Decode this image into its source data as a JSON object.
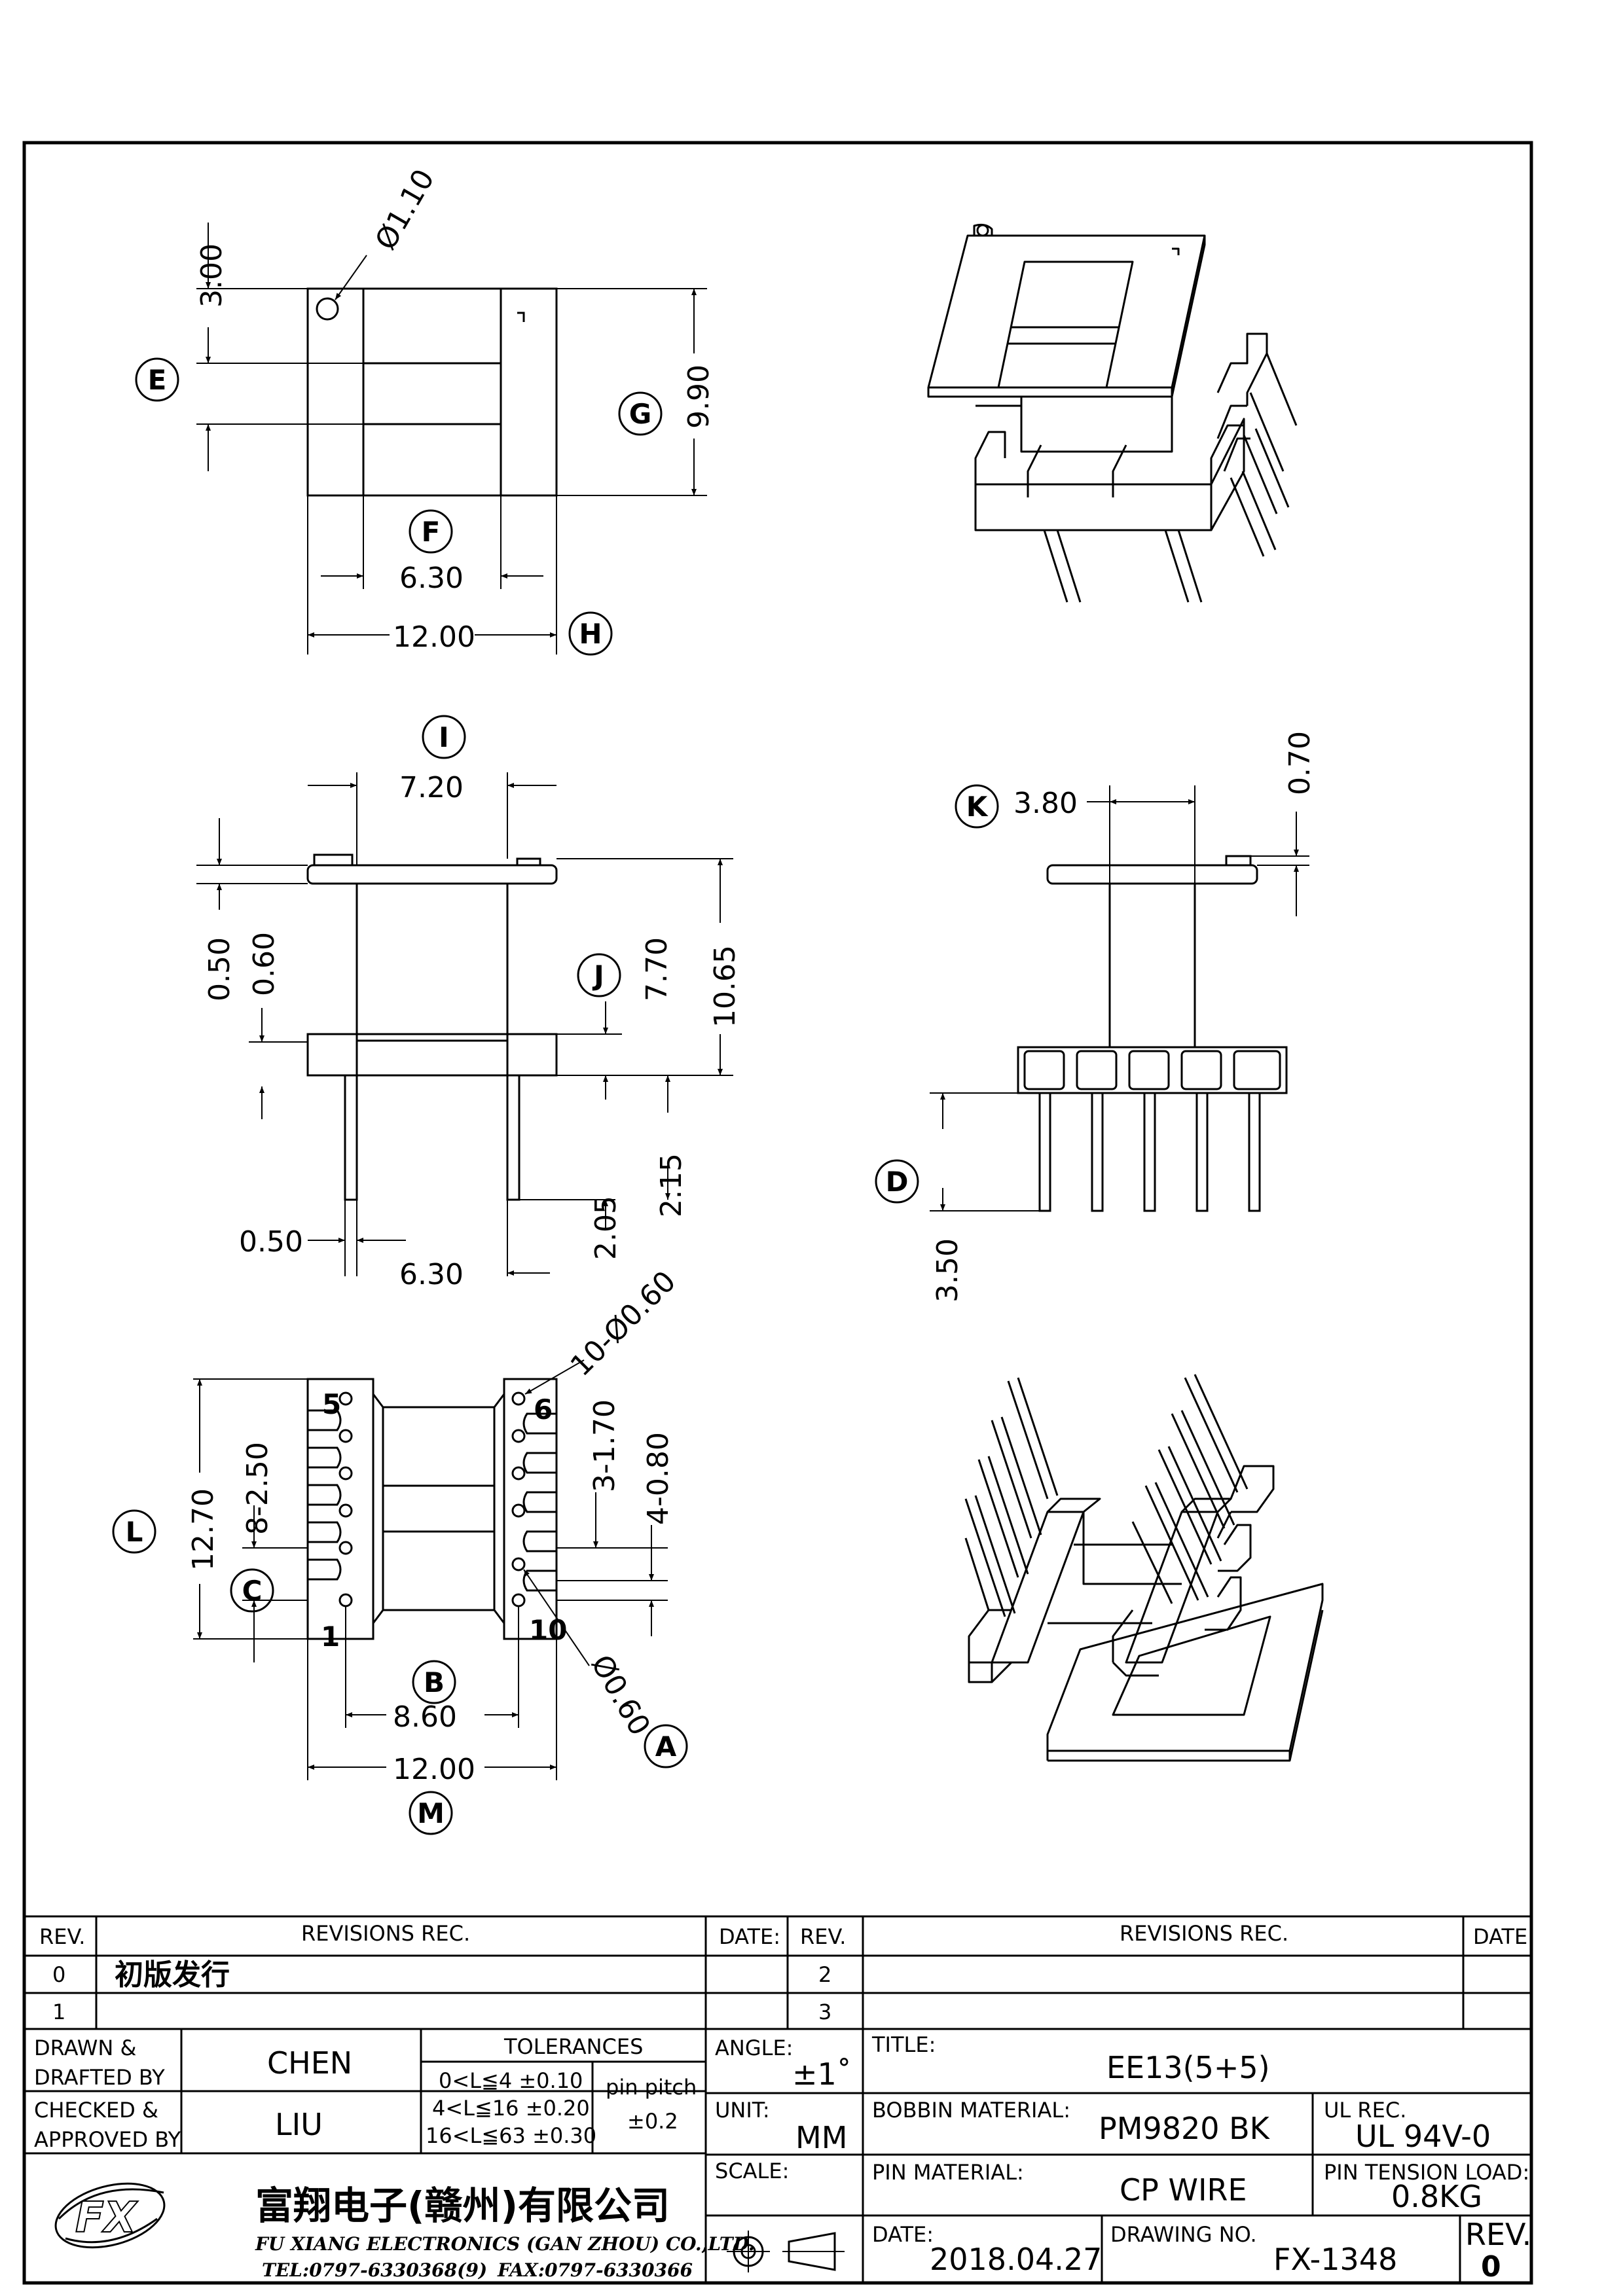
{
  "front_view": {
    "hole_dia": "Ø1.10",
    "dim_top_offset": "3.00",
    "dim_height": "9.90",
    "dim_inner_width": "6.30",
    "dim_total_width": "12.00"
  },
  "side_view": {
    "dim_core_width": "7.20",
    "dim_flange_th1": "0.50",
    "dim_flange_th2": "0.60",
    "dim_window": "7.70",
    "dim_total_height": "10.65",
    "dim_pin_offset": "0.50",
    "dim_pin_span": "6.30",
    "dim_pin_len1": "2.05",
    "dim_pin_len2": "2.15"
  },
  "end_view": {
    "dim_k": "3.80",
    "dim_top": "0.70",
    "dim_pin_len": "3.50"
  },
  "bottom_view": {
    "pin_note": "10-Ø0.60",
    "dim_total_height": "12.70",
    "dim_pitch": "8-2.50",
    "dim_slot1": "3-1.70",
    "dim_slot2": "4-0.80",
    "dim_pin_dia": "Ø0.60",
    "dim_row_span": "8.60",
    "dim_total_width": "12.00",
    "pin_labels": [
      "5",
      "6",
      "1",
      "10"
    ]
  },
  "callouts": [
    "A",
    "B",
    "C",
    "D",
    "E",
    "F",
    "G",
    "H",
    "I",
    "J",
    "K",
    "L",
    "M"
  ],
  "revision_table": {
    "header": {
      "rev": "REV.",
      "rec": "REVISIONS   REC.",
      "date": "DATE:"
    },
    "rows_left": [
      {
        "rev": "0",
        "rec": "初版发行"
      },
      {
        "rev": "1",
        "rec": ""
      }
    ],
    "rows_right": [
      {
        "rev": "2",
        "rec": ""
      },
      {
        "rev": "3",
        "rec": ""
      }
    ]
  },
  "title_block": {
    "drawn_label": "DRAWN &\nDRAFTED BY",
    "drawn_label_1": "DRAWN  &",
    "drawn_label_2": "DRAFTED BY",
    "drawn_by": "CHEN",
    "checked_label_1": "CHECKED  &",
    "checked_label_2": "APPROVED BY",
    "checked_by": "LIU",
    "tolerances_label": "TOLERANCES",
    "tol_rows": [
      "0<L≦4    ±0.10",
      "4<L≦16  ±0.20",
      "16<L≦63  ±0.30"
    ],
    "pin_pitch_label": "pin pitch",
    "pin_pitch_tol": "±0.2",
    "angle_label": "ANGLE:",
    "angle_value": "±1˚",
    "unit_label": "UNIT:",
    "unit_value": "MM",
    "scale_label": "SCALE:",
    "title_label": "TITLE:",
    "title_value": "EE13(5+5)",
    "bobbin_label": "BOBBIN MATERIAL:",
    "bobbin_value": "PM9820  BK",
    "ul_label": "UL REC.",
    "ul_value": "UL  94V-0",
    "pin_material_label": "PIN MATERIAL:",
    "pin_material_value": "CP  WIRE",
    "pin_tension_label": "PIN TENSION  LOAD:",
    "pin_tension_value": "0.8KG",
    "date_label": "DATE:",
    "date_value": "2018.04.27",
    "drawing_no_label": "DRAWING NO.",
    "drawing_no_value": "FX-1348",
    "rev_label": "REV.",
    "rev_value": "0",
    "company_cn": "富翔电子(赣州)有限公司",
    "company_en": "FU XIANG ELECTRONICS (GAN ZHOU) CO.,LTD.",
    "tel": "TEL:0797-6330368(9)",
    "fax": "FAX:0797-6330366",
    "logo_text": "FX"
  }
}
